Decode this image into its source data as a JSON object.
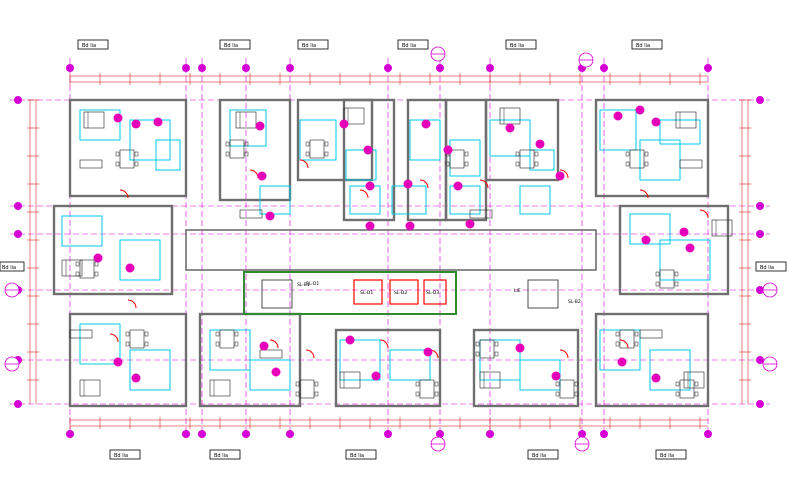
{
  "colors": {
    "grid": "#d400d4",
    "wall": "#6f6f6f",
    "interior": "#00c8e6",
    "door": "#ff0000",
    "core": "#2e8b2e",
    "dim": "#d40000",
    "furniture": "#222222"
  },
  "tags": {
    "top": [
      "Bd lia",
      "Bd lia",
      "Bd lia",
      "Bd lia",
      "Bd lia",
      "Bd lia"
    ],
    "bottom": [
      "Bd lia",
      "Bd lia",
      "Bd lia",
      "Bd lia",
      "Bd lia"
    ],
    "left": "Bd lia",
    "right": "Bd lia"
  },
  "core": {
    "shafts": [
      "SL-D1",
      "SL-D2",
      "SL-D3"
    ],
    "stair_left": "SL-B1",
    "stair_right": "SL-B2",
    "stair_mark": "LIE",
    "top_label": "SL-D1"
  }
}
